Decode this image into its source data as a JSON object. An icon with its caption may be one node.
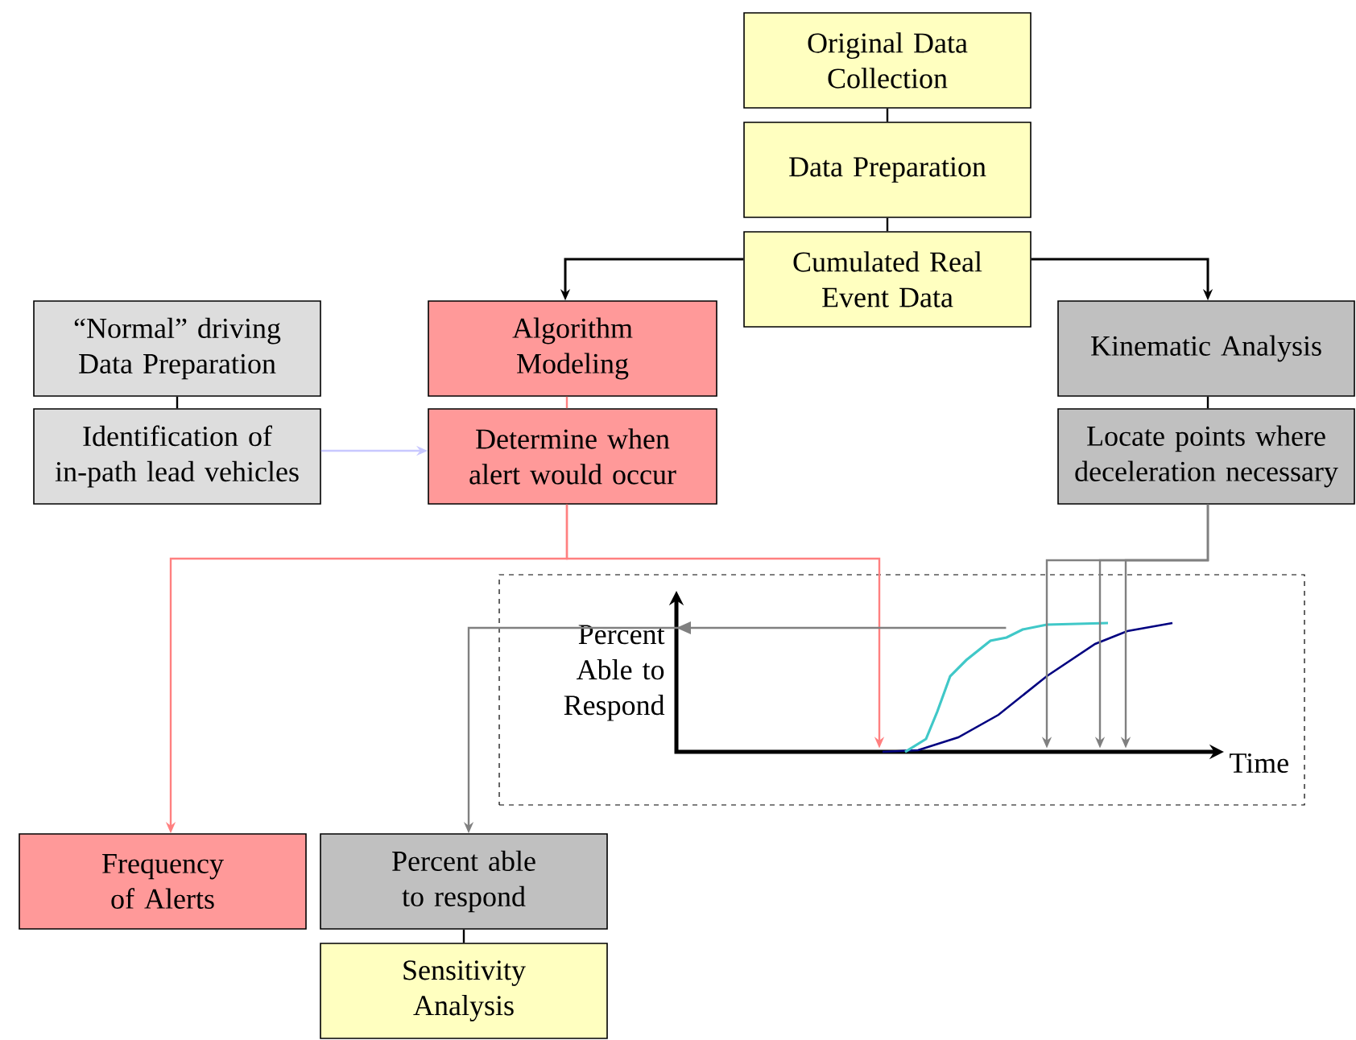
{
  "diagram": {
    "nodes": [
      {
        "text": [
          "Original Data Collection"
        ]
      },
      {
        "text": [
          "Data Preparation"
        ]
      },
      {
        "text": [
          "Cumulated Real Event Data"
        ]
      },
      {
        "text": [
          "“Normal” driving Data Preparation"
        ]
      },
      {
        "text": [
          "Identification of in-path lead vehicles"
        ]
      },
      {
        "text": [
          "Algorithm Modeling"
        ]
      },
      {
        "text": [
          "Determine when alert would occur"
        ]
      },
      {
        "text": [
          "Kinematic Analysis"
        ]
      },
      {
        "text": [
          "Locate points where deceleration necessary"
        ]
      },
      {
        "text": [
          "Percent Able to Respond",
          "Time"
        ]
      },
      {
        "text": [
          "Frequency of Alerts"
        ]
      },
      {
        "text": [
          "Percent able to respond"
        ]
      },
      {
        "text": [
          "Sensitivity Analysis"
        ]
      }
    ],
    "edges": [
      {
        "from": 0,
        "to": 1,
        "arrow": "none"
      },
      {
        "from": 1,
        "to": 2,
        "arrow": "none"
      },
      {
        "from": 2,
        "to": 5,
        "arrow": "to"
      },
      {
        "from": 2,
        "to": 7,
        "arrow": "to"
      },
      {
        "from": 3,
        "to": 4,
        "arrow": "none"
      },
      {
        "from": 4,
        "to": 6,
        "arrow": "to",
        "color": "#c8c8ff"
      },
      {
        "from": 5,
        "to": 6,
        "arrow": "none",
        "color": "#ff8080"
      },
      {
        "from": 7,
        "to": 8,
        "arrow": "none"
      },
      {
        "from": 6,
        "to": 10,
        "arrow": "to",
        "color": "#ff8080"
      },
      {
        "from": 6,
        "to": 9,
        "arrow": "to",
        "color": "#ff8080"
      },
      {
        "from": 8,
        "to": 9,
        "arrow": "to",
        "color": "#808080"
      },
      {
        "from": 8,
        "to": 9,
        "arrow": "to",
        "color": "#808080"
      },
      {
        "from": 8,
        "to": 9,
        "arrow": "to",
        "color": "#808080"
      },
      {
        "from": 9,
        "to": 11,
        "arrow": "to",
        "color": "#808080"
      },
      {
        "from": 11,
        "to": 12,
        "arrow": "none"
      }
    ]
  }
}
